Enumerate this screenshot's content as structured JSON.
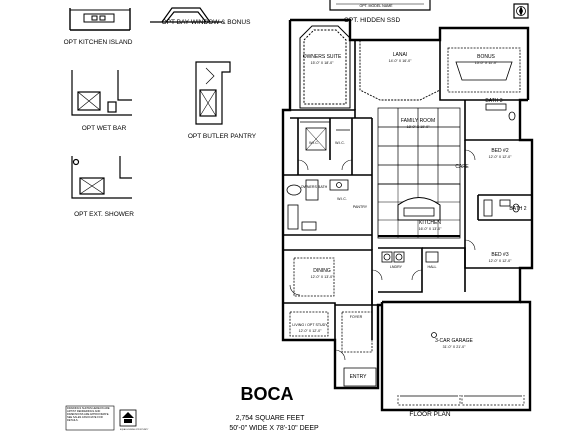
{
  "plan": {
    "model_name": "BOCA",
    "square_feet": "2,754 SQUARE FEET",
    "dimensions": "50'-0\" WIDE X 78'-10\" DEEP",
    "sheet_label": "FLOOR PLAN"
  },
  "options": {
    "kitchen_island": "OPT KITCHEN ISLAND",
    "bay_window": "OPT BAY WINDOW & BONUS",
    "hidden_ssd": "OPT. HIDDEN SSD",
    "wet_bar": "OPT WET BAR",
    "butler_pantry": "OPT BUTLER PANTRY",
    "ext_shower": "OPT EXT. SHOWER",
    "top_right_note": "OPT. MODEL NAME"
  },
  "rooms": {
    "owners_suite": "OWNERS SUITE",
    "owners_suite_dim": "15'-0\" X 18'-0\"",
    "lanai": "LANAI",
    "lanai_dim": "14'-0\" X 16'-0\"",
    "bonus": "BONUS",
    "bonus_dim": "15'-0\" X 11'-0\"",
    "family_room": "FAMILY ROOM",
    "family_room_dim": "18'-0\" X 19'-0\"",
    "bath3": "BATH 3",
    "bed2": "BED #2",
    "bed2_dim": "12'-0\" X 12'-0\"",
    "bath2": "BATH 2",
    "bed3": "BED #3",
    "bed3_dim": "12'-0\" X 12'-0\"",
    "kitchen": "KITCHEN",
    "kitchen_dim": "16'-0\" X 13'-0\"",
    "owners_bath": "OWNERS BATH",
    "wic1": "W.I.C.",
    "wic2": "W.I.C.",
    "nook": "CAFE",
    "dining": "DINING",
    "dining_dim": "12'-0\" X 13'-0\"",
    "laundry": "LNDRY",
    "hall": "HALL",
    "garage": "3-CAR GARAGE",
    "garage_dim": "31'-0\" X 21'-0\"",
    "living": "LIVING / OPT STUDY",
    "living_dim": "12'-0\" X 12'-0\"",
    "foyer": "FOYER",
    "entry": "ENTRY",
    "wic3": "W.I.C.",
    "pantry": "PANTRY"
  },
  "footer": {
    "disclaimer": "DRAWINGS SHOWN HEREON ARE ARTIST RENDERINGS AND DIMENSIONS ARE APPROXIMATE. SEE SALES ASSOCIATE FOR DETAILS.",
    "equal_housing": "EQUAL HOUSING OPPORTUNITY"
  }
}
